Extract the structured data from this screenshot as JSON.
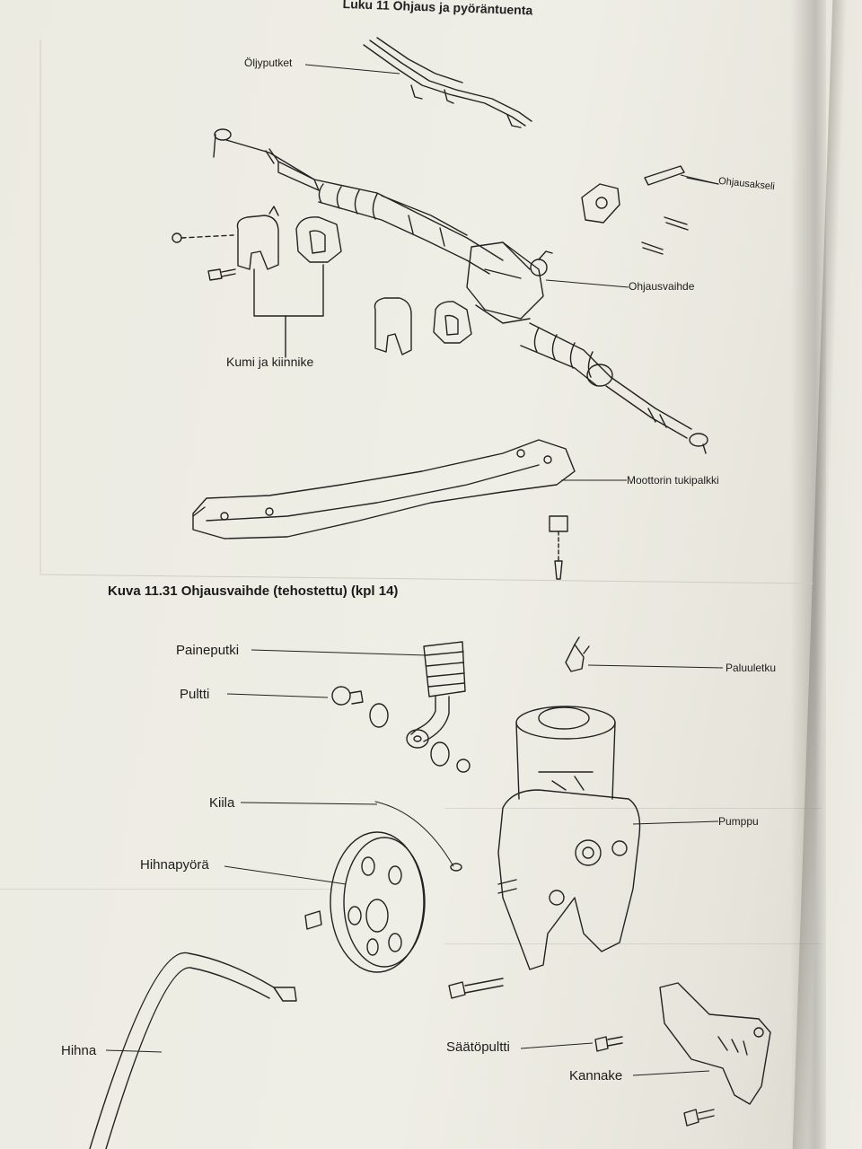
{
  "header": {
    "chapter": "Luku 11  Ohjaus ja pyöräntuenta"
  },
  "figure_caption": "Kuva 11.31 Ohjausvaihde (tehostettu) (kpl 14)",
  "labels_top": {
    "oil_pipes": "Öljyputket",
    "steering_shaft": "Ohjausakseli",
    "steering_gear": "Ohjausvaihde",
    "rubber_and_clamp": "Kumi ja kiinnike",
    "engine_support": "Moottorin tukipalkki"
  },
  "labels_bottom": {
    "pressure_pipe": "Paineputki",
    "bolt": "Pultti",
    "return_hose": "Paluuletku",
    "key": "Kiila",
    "pulley": "Hihnapyörä",
    "pump": "Pumppu",
    "adjust_bolt": "Säätöpultti",
    "belt": "Hihna",
    "bracket": "Kannake"
  }
}
